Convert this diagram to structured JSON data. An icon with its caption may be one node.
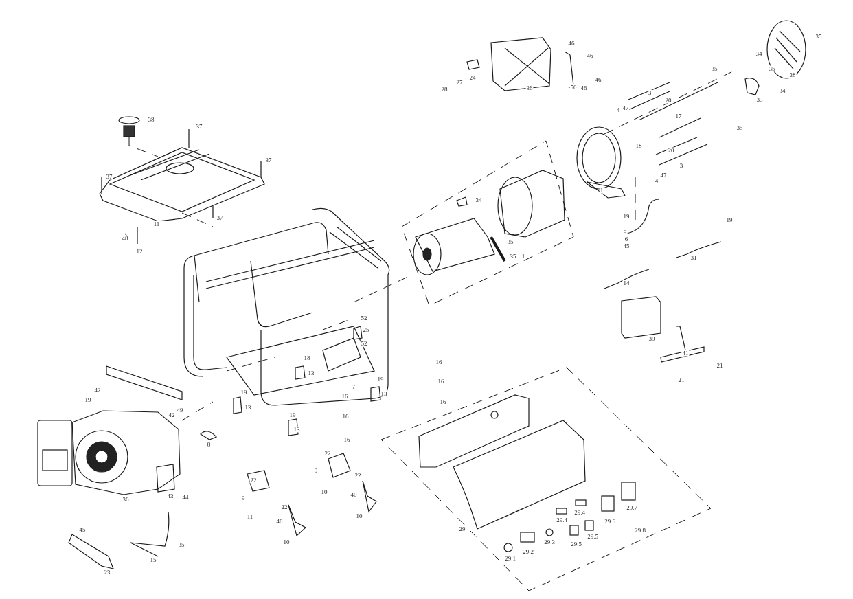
{
  "diagram": {
    "labels": [
      "46",
      "35",
      "46",
      "34",
      "35",
      "38",
      "28",
      "27",
      "24",
      "36",
      "50",
      "46",
      "46",
      "35",
      "3",
      "34",
      "33",
      "20",
      "4",
      "47",
      "17",
      "35",
      "38",
      "37",
      "37",
      "37",
      "18",
      "20",
      "3",
      "4",
      "47",
      "1",
      "34",
      "11",
      "37",
      "48",
      "12",
      "19",
      "19",
      "5",
      "6",
      "45",
      "35",
      "35",
      "1",
      "31",
      "14",
      "52",
      "25",
      "52",
      "39",
      "18",
      "13",
      "41",
      "7",
      "19",
      "16",
      "42",
      "13",
      "19",
      "21",
      "19",
      "49",
      "42",
      "13",
      "16",
      "19",
      "21",
      "13",
      "16",
      "22",
      "8",
      "9",
      "22",
      "22",
      "36",
      "43",
      "44",
      "10",
      "40",
      "9",
      "11",
      "22",
      "10",
      "40",
      "10",
      "29.7",
      "29.4",
      "29.6",
      "29.4",
      "29",
      "29.8",
      "29.5",
      "29.3",
      "29.5",
      "29.2",
      "29.1",
      "45",
      "35",
      "15",
      "23",
      "16",
      "16",
      "16"
    ]
  }
}
